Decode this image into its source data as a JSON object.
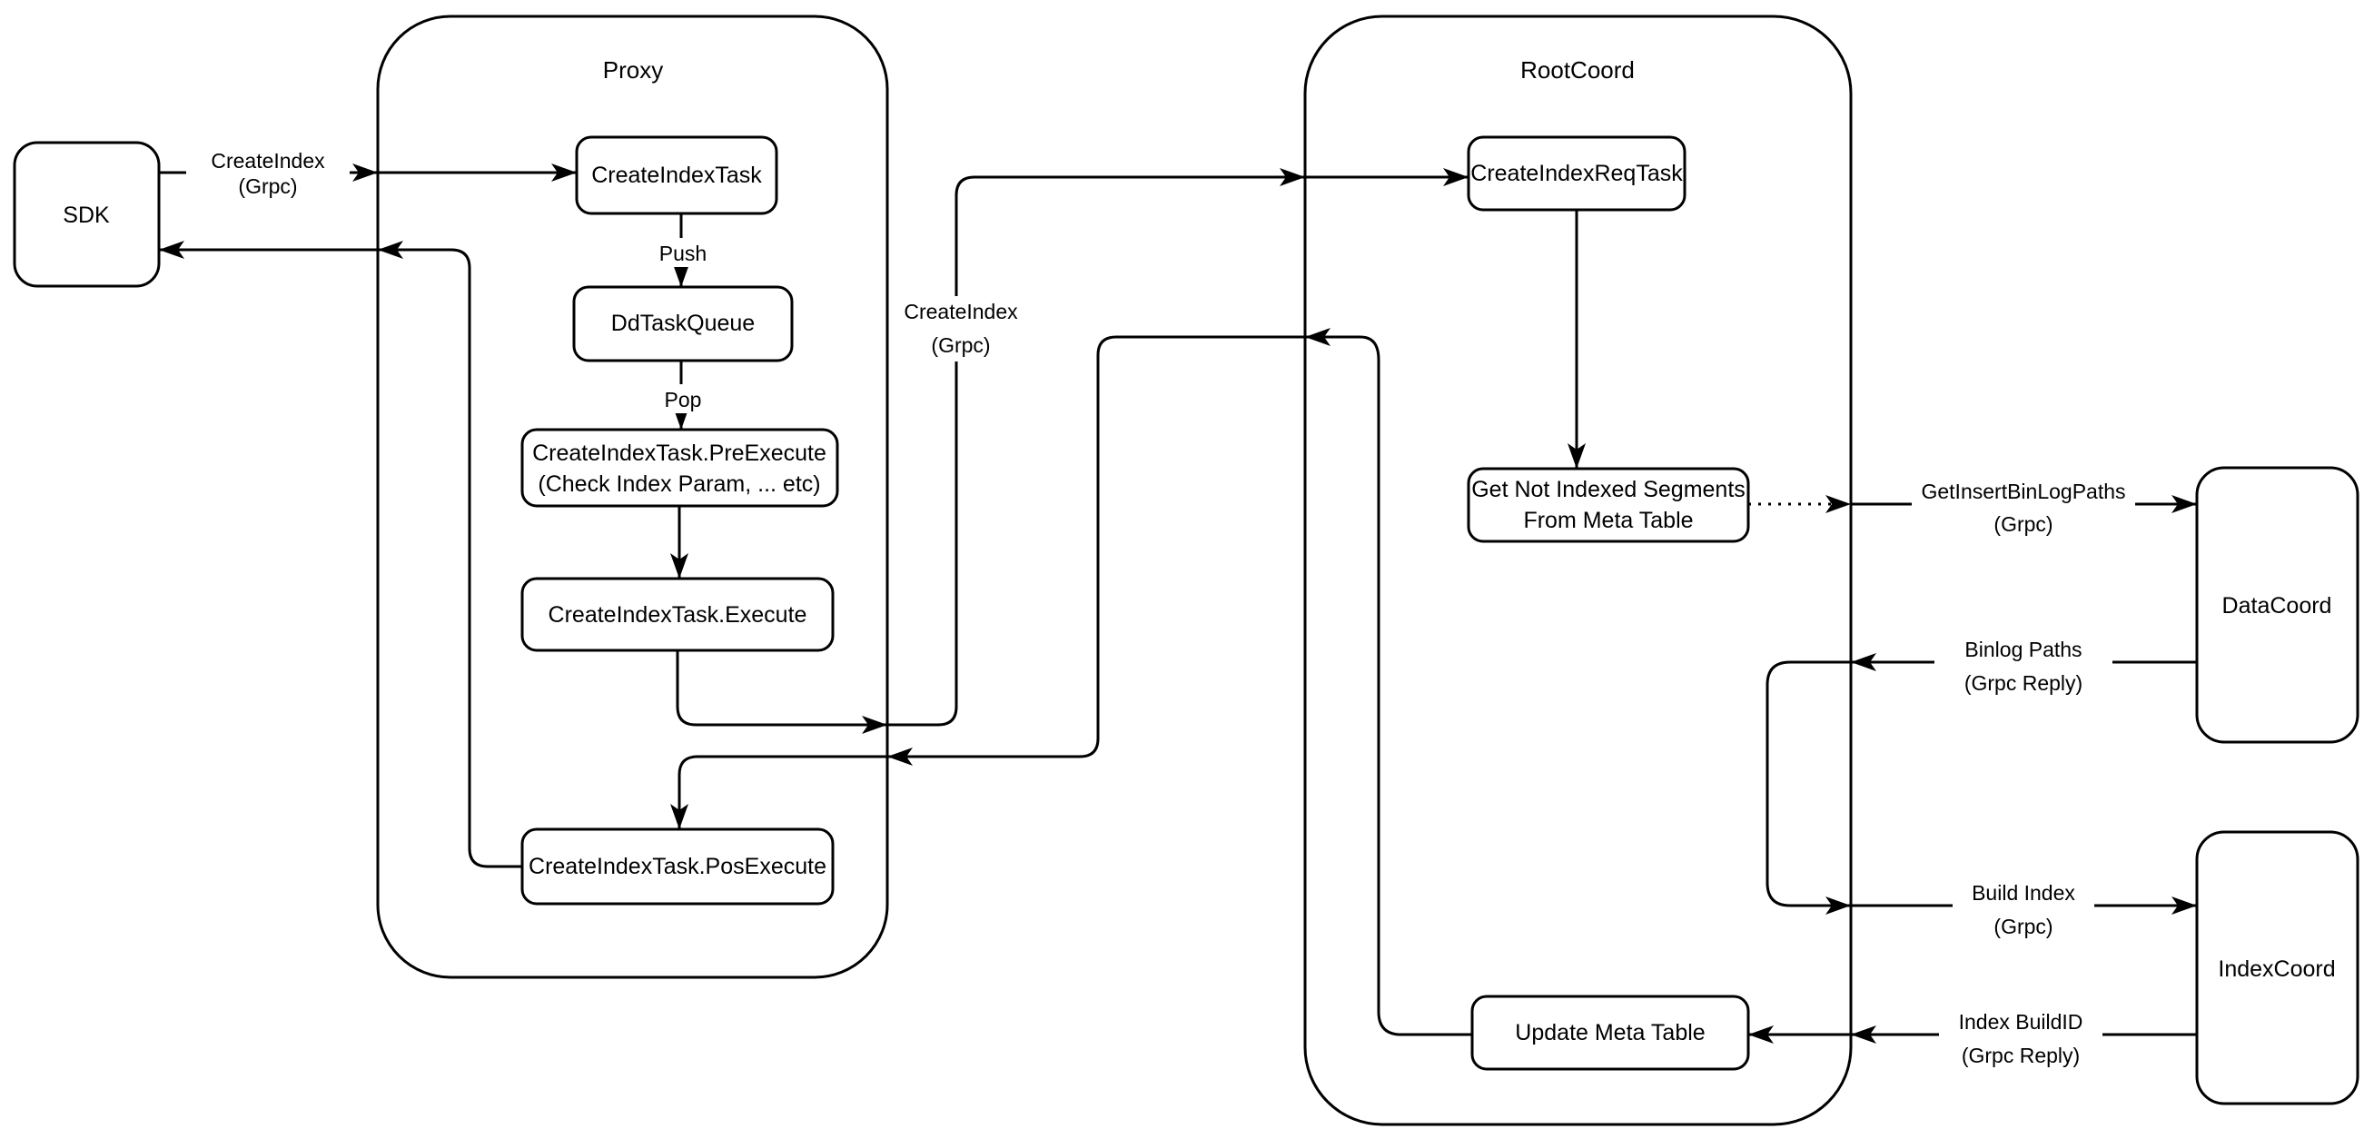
{
  "diagram": {
    "background": "#ffffff",
    "stroke_color": "#000000",
    "node_fill": "#ffffff",
    "containers": [
      {
        "id": "proxy",
        "title": "Proxy"
      },
      {
        "id": "rootcoord",
        "title": "RootCoord"
      }
    ],
    "nodes": [
      {
        "id": "sdk",
        "lines": [
          "SDK"
        ]
      },
      {
        "id": "create-index-task",
        "lines": [
          "CreateIndexTask"
        ]
      },
      {
        "id": "dd-task-queue",
        "lines": [
          "DdTaskQueue"
        ]
      },
      {
        "id": "create-index-task-pre-execute",
        "lines": [
          "CreateIndexTask.PreExecute",
          "(Check Index Param, ... etc)"
        ]
      },
      {
        "id": "create-index-task-execute",
        "lines": [
          "CreateIndexTask.Execute"
        ]
      },
      {
        "id": "create-index-task-pos-execute",
        "lines": [
          "CreateIndexTask.PosExecute"
        ]
      },
      {
        "id": "create-index-req-task",
        "lines": [
          "CreateIndexReqTask"
        ]
      },
      {
        "id": "get-not-indexed-segments",
        "lines": [
          "Get Not Indexed Segments",
          "From Meta Table"
        ]
      },
      {
        "id": "update-meta-table",
        "lines": [
          "Update Meta Table"
        ]
      },
      {
        "id": "data-coord",
        "lines": [
          "DataCoord"
        ]
      },
      {
        "id": "index-coord",
        "lines": [
          "IndexCoord"
        ]
      }
    ],
    "edge_labels": {
      "sdk_request": [
        "CreateIndex",
        "(Grpc)"
      ],
      "push": "Push",
      "pop": "Pop",
      "proxy_request": [
        "CreateIndex",
        "(Grpc)"
      ],
      "get_insert_binlog": [
        "GetInsertBinLogPaths",
        "(Grpc)"
      ],
      "binlog_paths": [
        "Binlog Paths",
        "(Grpc Reply)"
      ],
      "build_index": [
        "Build Index",
        "(Grpc)"
      ],
      "index_build_id": [
        "Index BuildID",
        "(Grpc Reply)"
      ]
    }
  }
}
